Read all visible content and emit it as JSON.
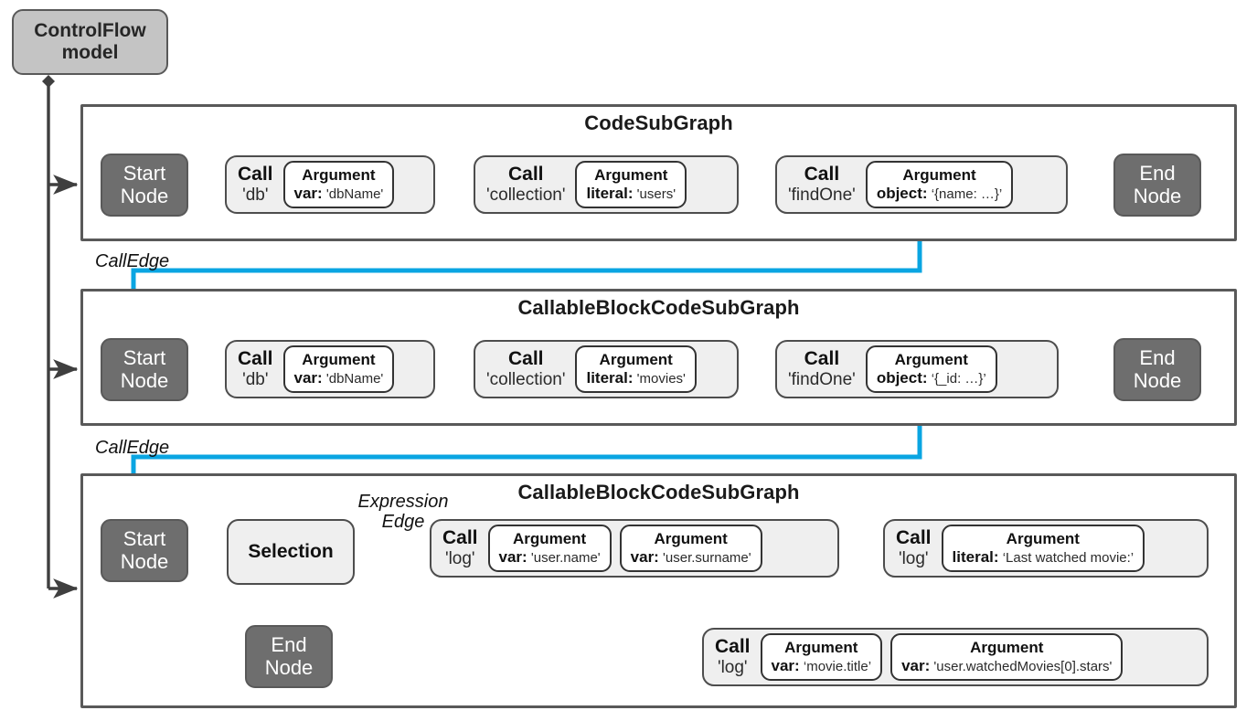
{
  "diagram": {
    "title": "ControlFlow model subgraph structure",
    "colors": {
      "call_edge": "#0aa5e2",
      "expression_edge": "#f5a623",
      "control_edge": "#3f3f3f",
      "container_border": "#595959",
      "terminal_fill": "#6e6e6e",
      "call_fill": "#efefef",
      "model_fill": "#c4c4c4"
    }
  },
  "model": {
    "label_line1": "ControlFlow",
    "label_line2": "model"
  },
  "edge_labels": {
    "call_edge_1": "CallEdge",
    "call_edge_2": "CallEdge",
    "expression_edge_line1": "Expression",
    "expression_edge_line2": "Edge"
  },
  "terminals": {
    "start_line1": "Start",
    "start_line2": "Node",
    "end_line1": "End",
    "end_line2": "Node"
  },
  "subgraphs": [
    {
      "title": "CodeSubGraph",
      "nodes": [
        {
          "type": "start"
        },
        {
          "type": "call",
          "kind": "Call",
          "name": "'db'",
          "args": [
            {
              "title": "Argument",
              "key": "var:",
              "value": "'dbName'"
            }
          ]
        },
        {
          "type": "call",
          "kind": "Call",
          "name": "'collection'",
          "args": [
            {
              "title": "Argument",
              "key": "literal:",
              "value": "'users'"
            }
          ]
        },
        {
          "type": "call",
          "kind": "Call",
          "name": "'findOne'",
          "args": [
            {
              "title": "Argument",
              "key": "object:",
              "value": "‘{name: …}’"
            }
          ]
        },
        {
          "type": "end"
        }
      ]
    },
    {
      "title": "CallableBlockCodeSubGraph",
      "nodes": [
        {
          "type": "start"
        },
        {
          "type": "call",
          "kind": "Call",
          "name": "'db'",
          "args": [
            {
              "title": "Argument",
              "key": "var:",
              "value": "'dbName'"
            }
          ]
        },
        {
          "type": "call",
          "kind": "Call",
          "name": "'collection'",
          "args": [
            {
              "title": "Argument",
              "key": "literal:",
              "value": "'movies'"
            }
          ]
        },
        {
          "type": "call",
          "kind": "Call",
          "name": "'findOne'",
          "args": [
            {
              "title": "Argument",
              "key": "object:",
              "value": "‘{_id: …}’"
            }
          ]
        },
        {
          "type": "end"
        }
      ]
    },
    {
      "title": "CallableBlockCodeSubGraph",
      "nodes": [
        {
          "type": "start"
        },
        {
          "type": "selection",
          "label": "Selection"
        },
        {
          "type": "call",
          "kind": "Call",
          "name": "'log'",
          "args": [
            {
              "title": "Argument",
              "key": "var:",
              "value": "'user.name'"
            },
            {
              "title": "Argument",
              "key": "var:",
              "value": "'user.surname'"
            }
          ]
        },
        {
          "type": "call",
          "kind": "Call",
          "name": "'log'",
          "args": [
            {
              "title": "Argument",
              "key": "literal:",
              "value": "‘Last watched movie:’"
            }
          ]
        },
        {
          "type": "call",
          "kind": "Call",
          "name": "'log'",
          "args": [
            {
              "title": "Argument",
              "key": "var:",
              "value": "‘movie.title’"
            },
            {
              "title": "Argument",
              "key": "var:",
              "value": "'user.watchedMovies[0].stars'"
            }
          ]
        },
        {
          "type": "end"
        }
      ]
    }
  ]
}
